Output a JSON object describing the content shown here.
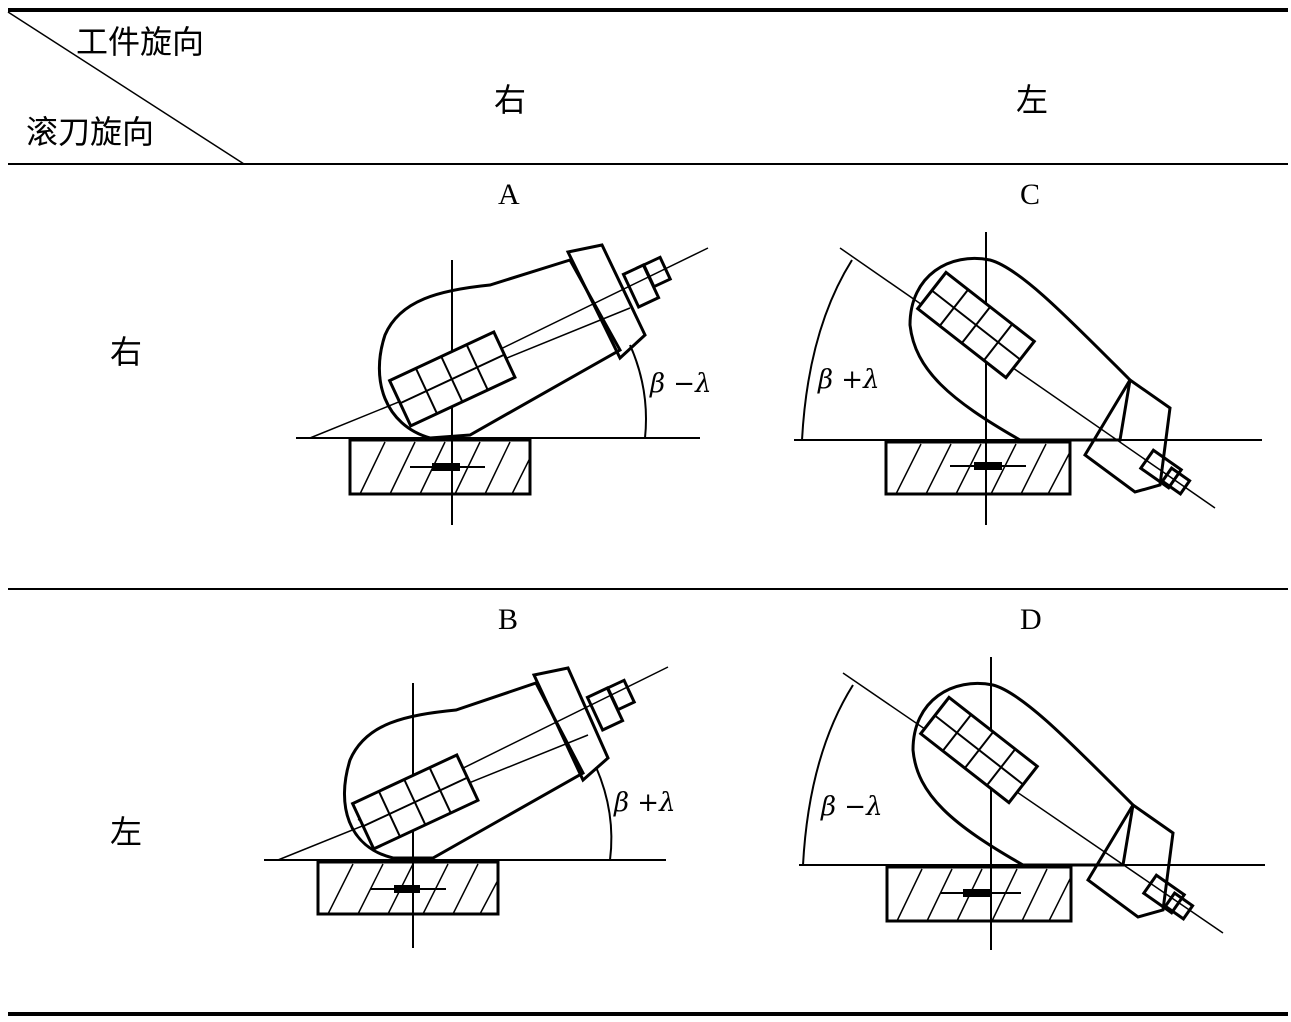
{
  "header": {
    "workpiece_label": "工件旋向",
    "hob_label": "滚刀旋向",
    "col_right": "右",
    "col_left": "左"
  },
  "rows": [
    {
      "label": "右"
    },
    {
      "label": "左"
    }
  ],
  "cells": [
    {
      "letter": "A",
      "angle": "β −λ"
    },
    {
      "letter": "C",
      "angle": "β +λ"
    },
    {
      "letter": "B",
      "angle": "β +λ"
    },
    {
      "letter": "D",
      "angle": "β −λ"
    }
  ]
}
